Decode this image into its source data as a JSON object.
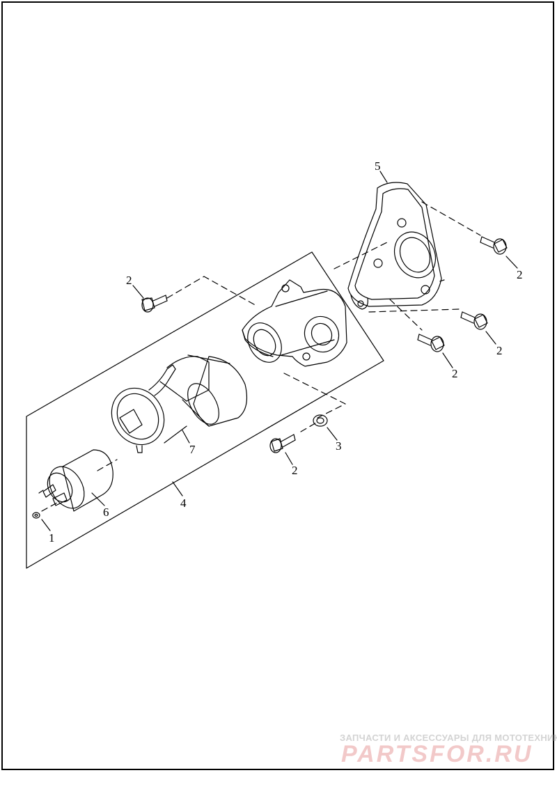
{
  "callouts": {
    "c1": "1",
    "c2a": "2",
    "c2b": "2",
    "c2c": "2",
    "c2d": "2",
    "c2e": "2",
    "c3": "3",
    "c4": "4",
    "c5": "5",
    "c6": "6",
    "c7": "7"
  },
  "watermark": {
    "tagline": "ЗАПЧАСТИ И АКСЕССУАРЫ ДЛЯ МОТОТЕХНИКИ",
    "logo": "PARTSFOR.RU"
  },
  "colors": {
    "line": "#000000",
    "watermark_text": "#d3d3d3",
    "watermark_logo": "#f2c9c9"
  }
}
